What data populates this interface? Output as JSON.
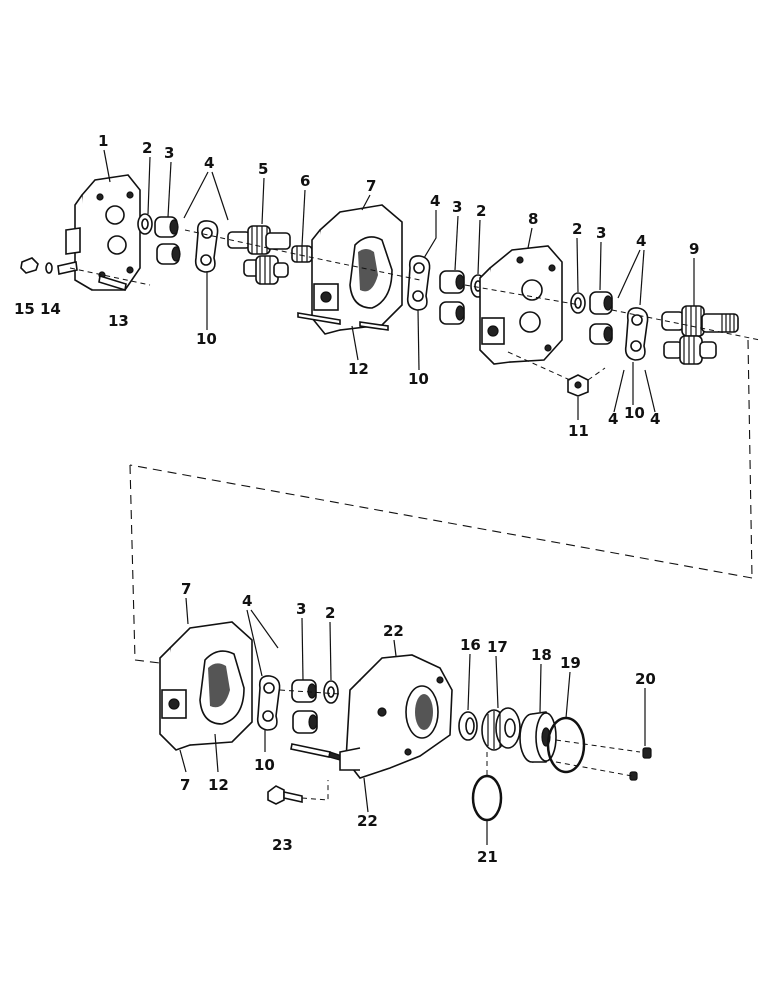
{
  "diagram": {
    "callouts": [
      {
        "id": "c1",
        "text": "1"
      },
      {
        "id": "c2a",
        "text": "2"
      },
      {
        "id": "c3a",
        "text": "3"
      },
      {
        "id": "c4a",
        "text": "4"
      },
      {
        "id": "c5",
        "text": "5"
      },
      {
        "id": "c6",
        "text": "6"
      },
      {
        "id": "c7a",
        "text": "7"
      },
      {
        "id": "c4b",
        "text": "4"
      },
      {
        "id": "c3b",
        "text": "3"
      },
      {
        "id": "c2b",
        "text": "2"
      },
      {
        "id": "c8",
        "text": "8"
      },
      {
        "id": "c2c",
        "text": "2"
      },
      {
        "id": "c3c",
        "text": "3"
      },
      {
        "id": "c4c",
        "text": "4"
      },
      {
        "id": "c9",
        "text": "9"
      },
      {
        "id": "c15",
        "text": "15"
      },
      {
        "id": "c14",
        "text": "14"
      },
      {
        "id": "c13",
        "text": "13"
      },
      {
        "id": "c10a",
        "text": "10"
      },
      {
        "id": "c12a",
        "text": "12"
      },
      {
        "id": "c10b",
        "text": "10"
      },
      {
        "id": "c11",
        "text": "11"
      },
      {
        "id": "c4d",
        "text": "4"
      },
      {
        "id": "c10c",
        "text": "10"
      },
      {
        "id": "c4e",
        "text": "4"
      },
      {
        "id": "c7b",
        "text": "7"
      },
      {
        "id": "c4f",
        "text": "4"
      },
      {
        "id": "c3d",
        "text": "3"
      },
      {
        "id": "c2d",
        "text": "2"
      },
      {
        "id": "c22a",
        "text": "22"
      },
      {
        "id": "c16",
        "text": "16"
      },
      {
        "id": "c17",
        "text": "17"
      },
      {
        "id": "c18",
        "text": "18"
      },
      {
        "id": "c19",
        "text": "19"
      },
      {
        "id": "c20",
        "text": "20"
      },
      {
        "id": "c7c",
        "text": "7"
      },
      {
        "id": "c12b",
        "text": "12"
      },
      {
        "id": "c10d",
        "text": "10"
      },
      {
        "id": "c22b",
        "text": "22"
      },
      {
        "id": "c23",
        "text": "23"
      },
      {
        "id": "c21",
        "text": "21"
      }
    ]
  }
}
